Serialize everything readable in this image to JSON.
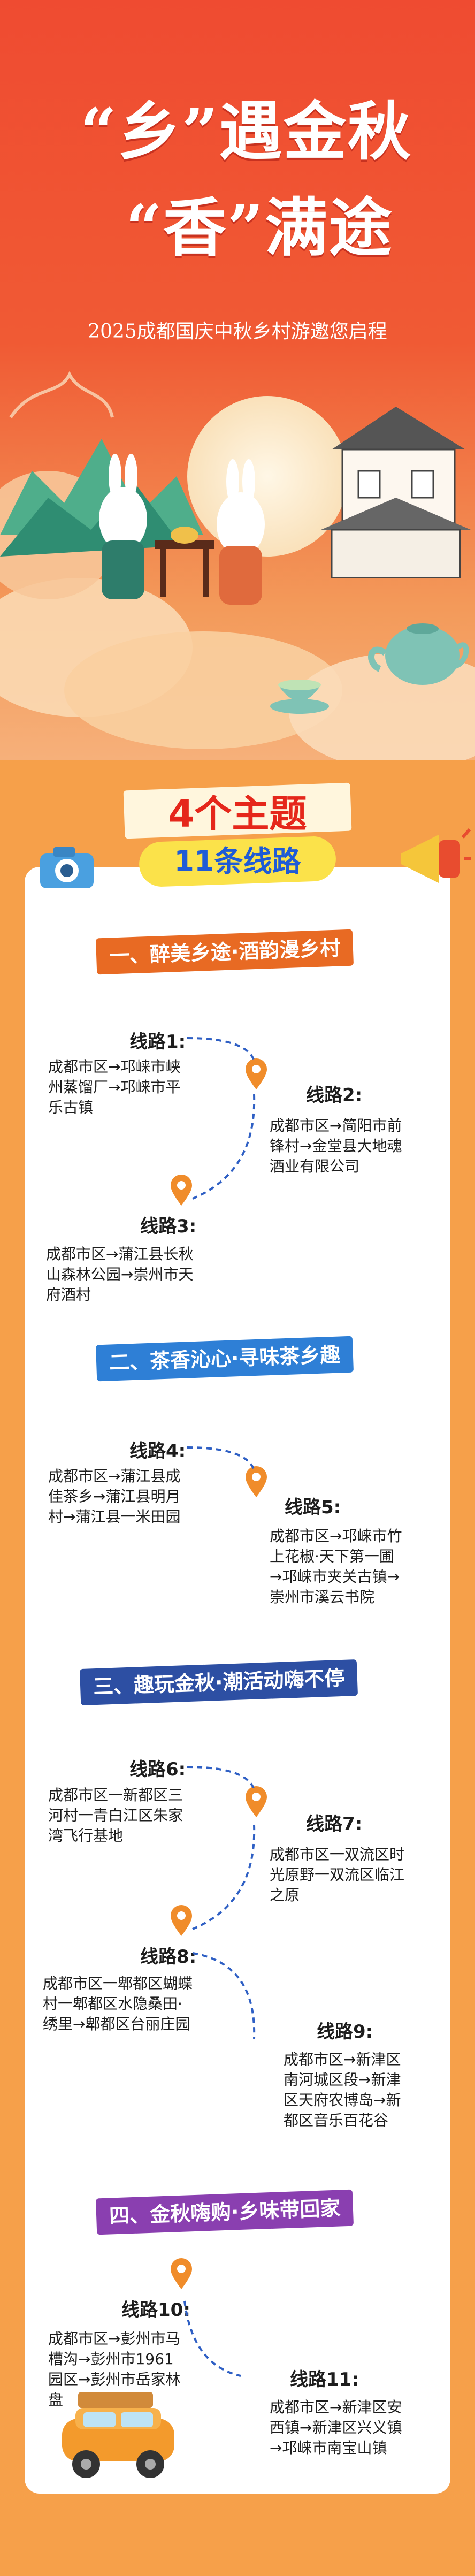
{
  "hero": {
    "title_line1": "“乡”遇金秋",
    "title_line2": "“香”满途",
    "subtitle": "2025成都国庆中秋乡村游邀您启程"
  },
  "headline": {
    "main": "4个主题",
    "sub": "11条线路"
  },
  "themes": [
    {
      "title": "一、醉美乡途·酒韵漫乡村",
      "color": "#e86a23",
      "routes": [
        {
          "label": "线路1:",
          "lines": [
            "成都市区→邛崃市峡",
            "州蒸馏厂→邛崃市平",
            "乐古镇"
          ]
        },
        {
          "label": "线路2:",
          "lines": [
            "成都市区→简阳市前",
            "锋村→金堂县大地魂",
            "酒业有限公司"
          ]
        },
        {
          "label": "线路3:",
          "lines": [
            "成都市区→蒲江县长秋",
            "山森林公园→崇州市天",
            "府酒村"
          ]
        }
      ]
    },
    {
      "title": "二、茶香沁心·寻味茶乡趣",
      "color": "#2e7fd6",
      "routes": [
        {
          "label": "线路4:",
          "lines": [
            "成都市区→蒲江县成",
            "佳茶乡→蒲江县明月",
            "村→蒲江县一米田园"
          ]
        },
        {
          "label": "线路5:",
          "lines": [
            "成都市区→邛崃市竹",
            "上花椒·天下第一圃",
            "→邛崃市夹关古镇→",
            "崇州市溪云书院"
          ]
        }
      ]
    },
    {
      "title": "三、趣玩金秋·潮活动嗨不停",
      "color": "#2d4fa3",
      "routes": [
        {
          "label": "线路6:",
          "lines": [
            "成都市区一新都区三",
            "河村一青白江区朱家",
            "湾飞行基地"
          ]
        },
        {
          "label": "线路7:",
          "lines": [
            "成都市区一双流区时",
            "光原野一双流区临江",
            "之原"
          ]
        },
        {
          "label": "线路8:",
          "lines": [
            "成都市区一郫都区蝴蝶",
            "村一郫都区水隐桑田·",
            "绣里→郫都区台丽庄园"
          ]
        },
        {
          "label": "线路9:",
          "lines": [
            "成都市区→新津区",
            "南河城区段→新津",
            "区天府农博岛→新",
            "都区音乐百花谷"
          ]
        }
      ]
    },
    {
      "title": "四、金秋嗨购·乡味带回家",
      "color": "#8a3fb0",
      "routes": [
        {
          "label": "线路10:",
          "lines": [
            "成都市区→彭州市马",
            "槽沟→彭州市1961",
            "园区→彭州市岳家林",
            "盘"
          ]
        },
        {
          "label": "线路11:",
          "lines": [
            "成都市区→新津区安",
            "西镇→新津区兴义镇",
            "→邛崃市南宝山镇"
          ]
        }
      ]
    }
  ]
}
